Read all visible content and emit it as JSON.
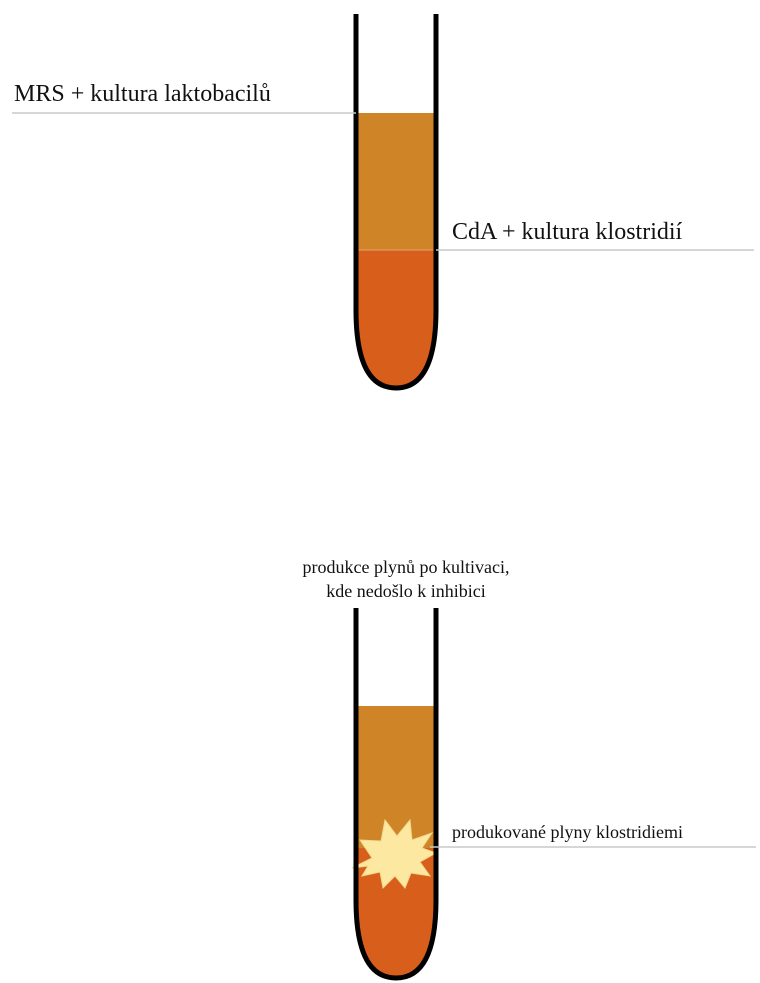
{
  "diagram_1": {
    "label_top": "MRS + kultura laktobacilů",
    "label_bottom": "CdA + kultura klostridií"
  },
  "diagram_2": {
    "caption_line1": "produkce plynů po kultivaci,",
    "caption_line2": "kde nedošlo k inhibici",
    "label_gas": "produkované plyny klostridiemi"
  },
  "colors": {
    "mrs_layer": "#D08428",
    "cda_layer": "#D85E1C",
    "gas_burst": "#FCE8A0",
    "tube_outline": "#000000",
    "leader_line": "#C8C8C8"
  }
}
